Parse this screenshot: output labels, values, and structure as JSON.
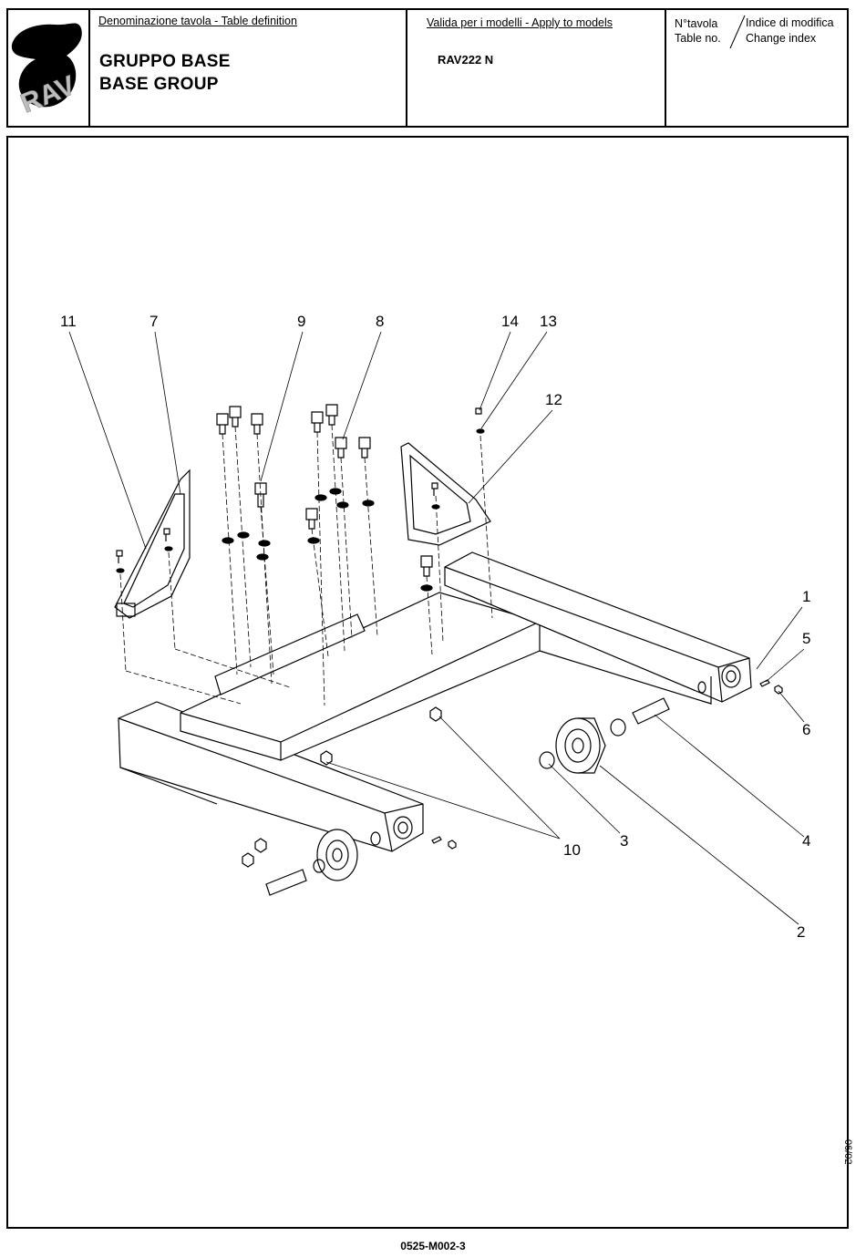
{
  "header": {
    "logo_text": "RAV",
    "definition_label": "Denominazione tavola - Table definition",
    "title_it": "GRUPPO BASE",
    "title_en": "BASE GROUP",
    "models_label": "Valida per i modelli - Apply to models",
    "model": "RAV222 N",
    "table_no_it": "N°tavola",
    "table_no_en": "Table no.",
    "change_it": "Indice di modifica",
    "change_en": "Change index"
  },
  "callouts": [
    "11",
    "7",
    "9",
    "8",
    "14",
    "13",
    "12",
    "1",
    "5",
    "6",
    "4",
    "3",
    "10",
    "2"
  ],
  "footer": {
    "drawing_code": "0525-M002-3",
    "side_date": "06/02"
  }
}
